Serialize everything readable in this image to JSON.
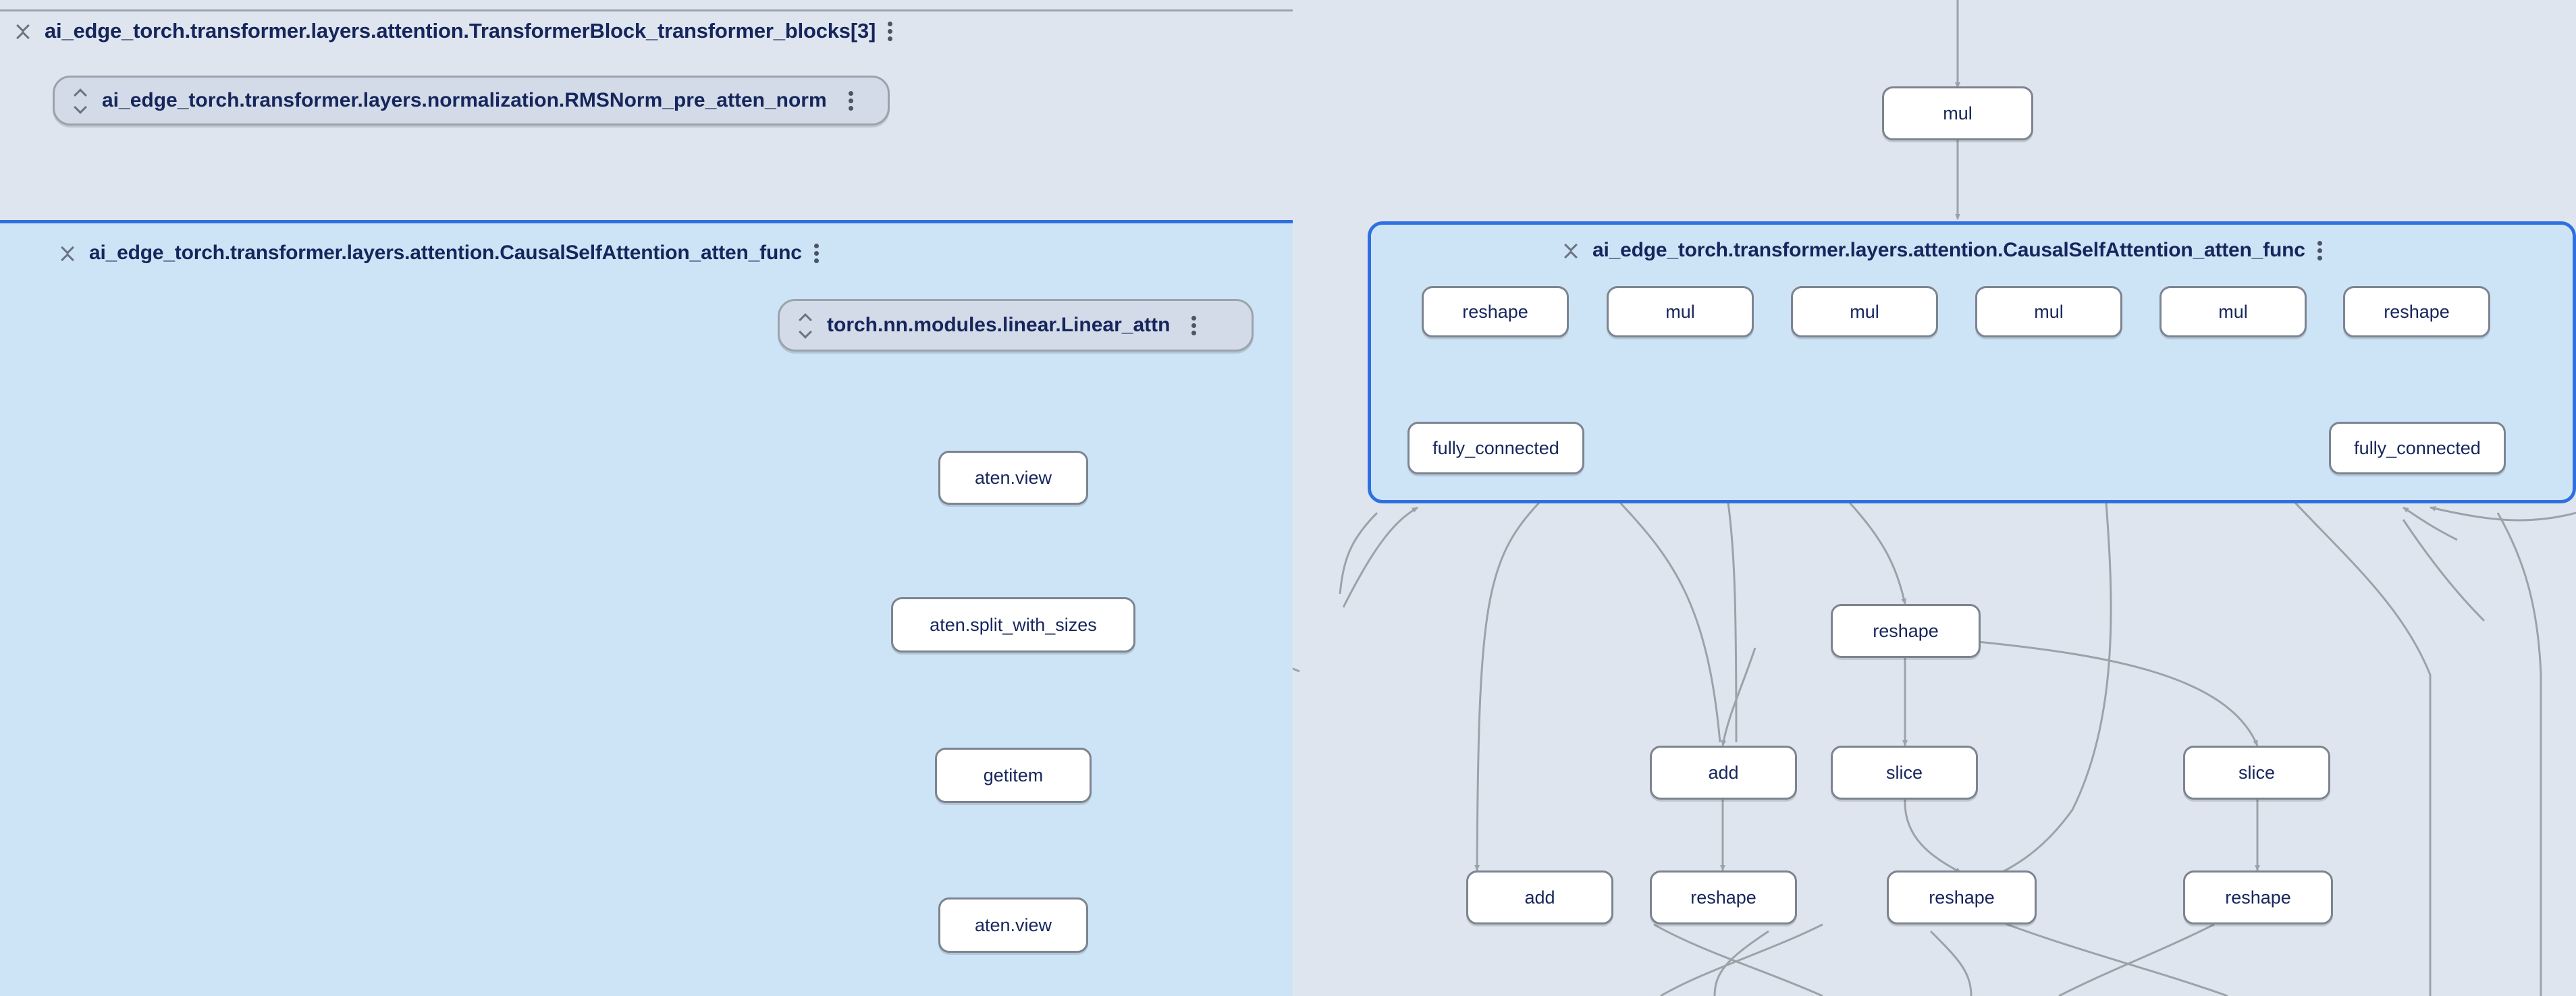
{
  "canvas": {
    "background": "#dfe5ee",
    "selected_group_bg": "#cde4f7",
    "selected_group_border": "#2f6fe0",
    "submodule_bg": "#d3dbe8",
    "node_bg": "#ffffff",
    "node_border": "#7c8490",
    "label_color": "#16265c",
    "edge_color": "#9ca3a8"
  },
  "left_panel": {
    "group_header": {
      "collapse_icon": "chevron-collapse-icon",
      "title": "ai_edge_torch.transformer.layers.attention.TransformerBlock_transformer_blocks[3]",
      "menu_icon": "kebab-menu-icon"
    },
    "submodule": {
      "expand_icon": "chevron-expand-icon",
      "title": "ai_edge_torch.transformer.layers.normalization.RMSNorm_pre_atten_norm",
      "menu_icon": "kebab-menu-icon"
    },
    "attention_group": {
      "collapse_icon": "chevron-collapse-icon",
      "title": "ai_edge_torch.transformer.layers.attention.CausalSelfAttention_atten_func",
      "menu_icon": "kebab-menu-icon"
    },
    "linear_submodule": {
      "expand_icon": "chevron-expand-icon",
      "title": "torch.nn.modules.linear.Linear_attn",
      "menu_icon": "kebab-menu-icon"
    },
    "nodes": [
      {
        "id": "l-view-1",
        "label": "aten.view"
      },
      {
        "id": "l-split",
        "label": "aten.split_with_sizes"
      },
      {
        "id": "l-getitem",
        "label": "getitem"
      },
      {
        "id": "l-view-2",
        "label": "aten.view"
      }
    ]
  },
  "right_panel": {
    "top_node": {
      "id": "r-mul-top",
      "label": "mul"
    },
    "attention_group": {
      "collapse_icon": "chevron-collapse-icon",
      "title": "ai_edge_torch.transformer.layers.attention.CausalSelfAttention_atten_func",
      "menu_icon": "kebab-menu-icon"
    },
    "inner_nodes": [
      {
        "id": "r-reshape-a",
        "label": "reshape"
      },
      {
        "id": "r-mul-1",
        "label": "mul"
      },
      {
        "id": "r-mul-2",
        "label": "mul"
      },
      {
        "id": "r-mul-3",
        "label": "mul"
      },
      {
        "id": "r-mul-4",
        "label": "mul"
      },
      {
        "id": "r-reshape-b",
        "label": "reshape"
      },
      {
        "id": "r-fc-left",
        "label": "fully_connected"
      },
      {
        "id": "r-fc-right",
        "label": "fully_connected"
      }
    ],
    "outer_nodes": [
      {
        "id": "o-reshape-top",
        "label": "reshape"
      },
      {
        "id": "o-add-1",
        "label": "add"
      },
      {
        "id": "o-slice-1",
        "label": "slice"
      },
      {
        "id": "o-slice-2",
        "label": "slice"
      },
      {
        "id": "o-add-2",
        "label": "add"
      },
      {
        "id": "o-reshape-1",
        "label": "reshape"
      },
      {
        "id": "o-reshape-2",
        "label": "reshape"
      },
      {
        "id": "o-reshape-3",
        "label": "reshape"
      }
    ]
  }
}
